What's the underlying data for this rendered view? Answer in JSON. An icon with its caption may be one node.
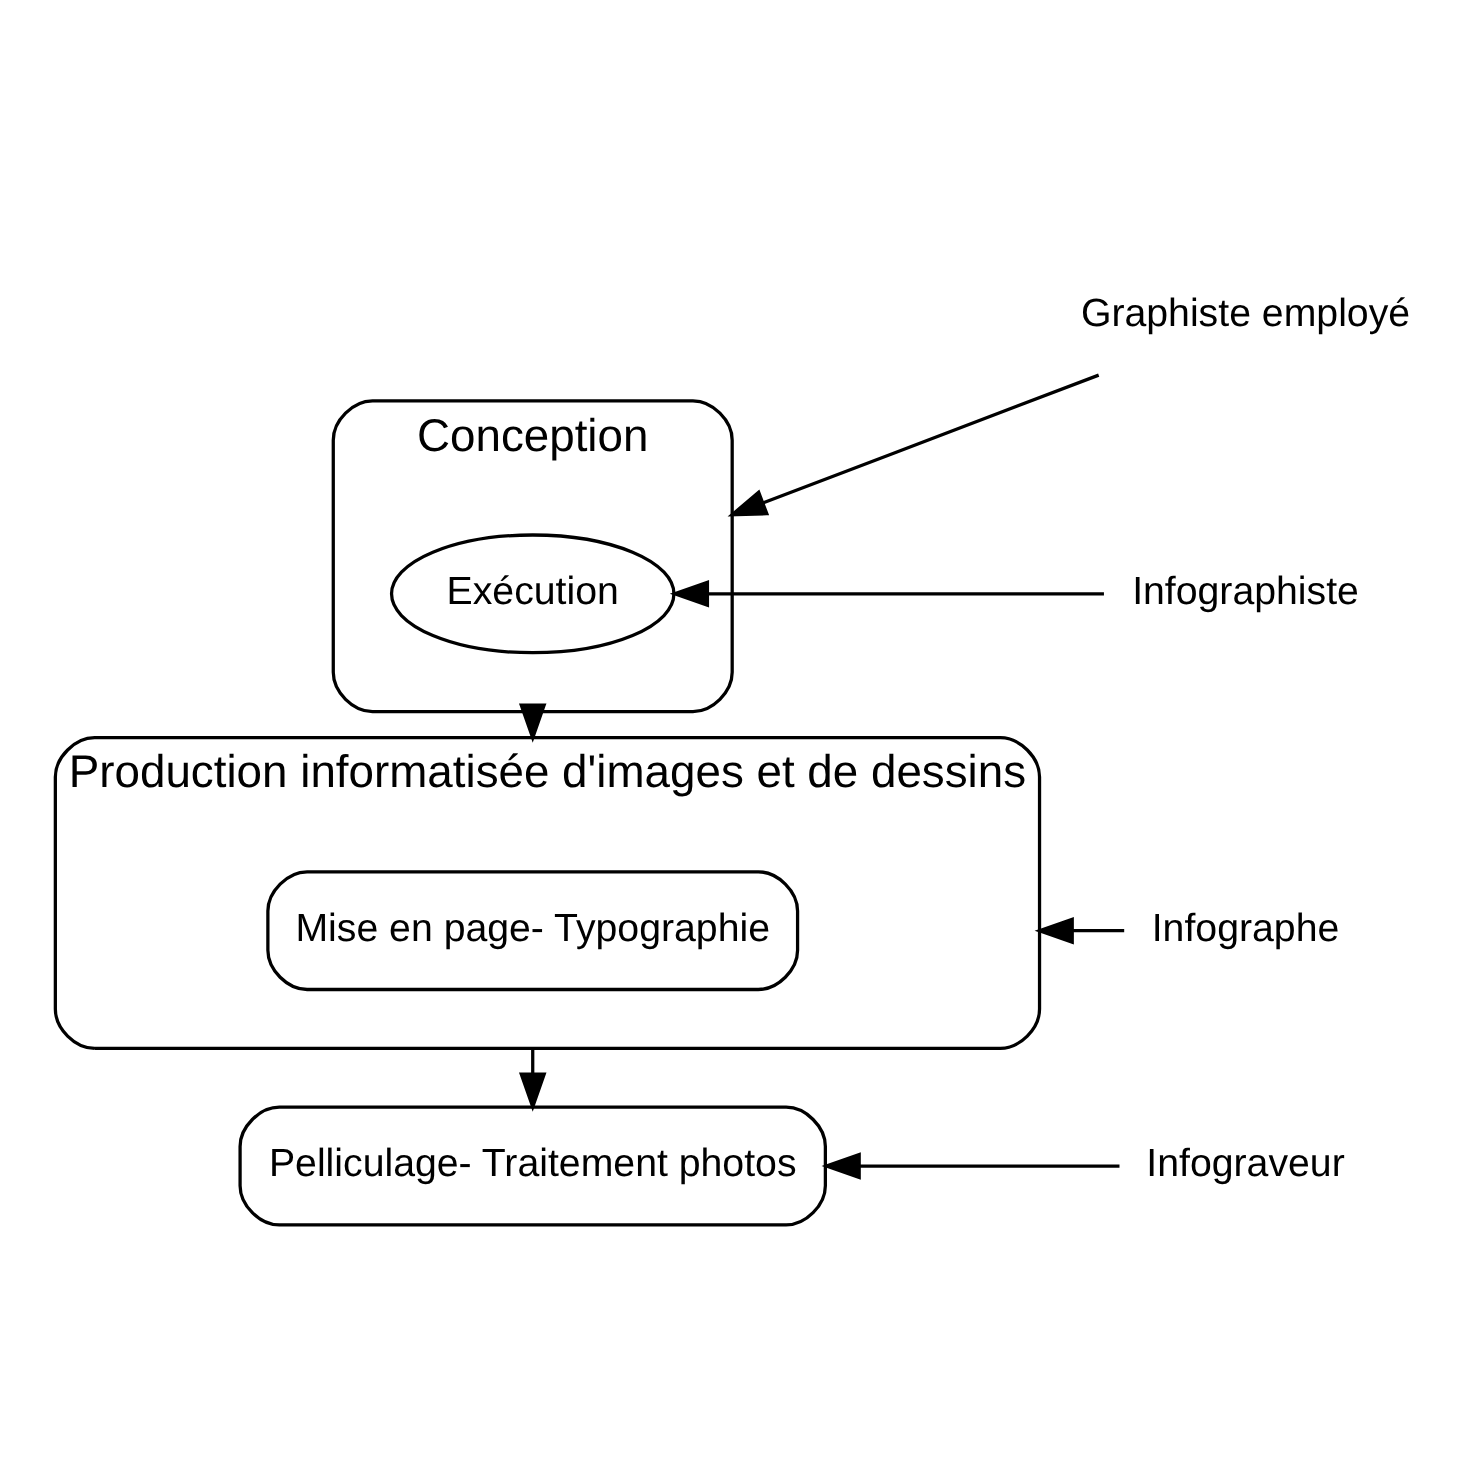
{
  "diagram": {
    "nodes": [
      {
        "text": [
          "Graphiste employé"
        ]
      },
      {
        "text": [
          "Conception"
        ]
      },
      {
        "text": [
          "Exécution"
        ],
        "in": 1
      },
      {
        "text": [
          "Infographiste"
        ]
      },
      {
        "text": [
          "Production informatisée d'images et de dessins"
        ]
      },
      {
        "text": [
          "Mise en page- Typographie"
        ],
        "in": 4
      },
      {
        "text": [
          "Infographe"
        ]
      },
      {
        "text": [
          "Pelliculage- Traitement photos"
        ]
      },
      {
        "text": [
          "Infograveur"
        ]
      }
    ],
    "edges": [
      {
        "from": 0,
        "to": 1,
        "arrow": "to"
      },
      {
        "from": 3,
        "to": 2,
        "arrow": "to"
      },
      {
        "from": 1,
        "to": 4,
        "arrow": "to"
      },
      {
        "from": 6,
        "to": 4,
        "arrow": "to"
      },
      {
        "from": 4,
        "to": 7,
        "arrow": "to"
      },
      {
        "from": 8,
        "to": 7,
        "arrow": "to"
      }
    ]
  }
}
